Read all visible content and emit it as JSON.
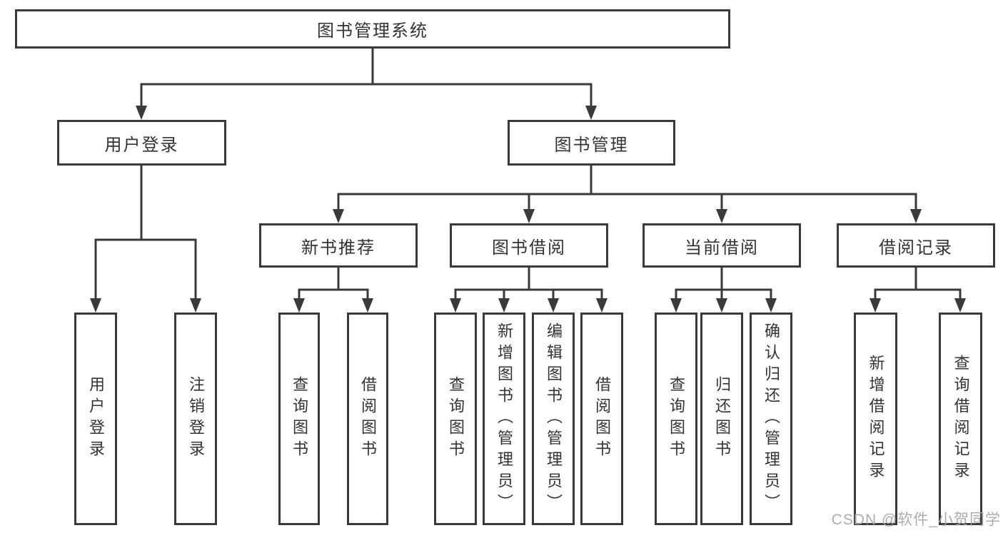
{
  "diagram": {
    "root": {
      "label": "图书管理系统"
    },
    "level2": [
      {
        "label": "用户登录"
      },
      {
        "label": "图书管理"
      }
    ],
    "level3": [
      {
        "label": "新书推荐"
      },
      {
        "label": "图书借阅"
      },
      {
        "label": "当前借阅"
      },
      {
        "label": "借阅记录"
      }
    ],
    "leaves": {
      "user_login": [
        "用户登录",
        "注销登录"
      ],
      "new_book": [
        "查询图书",
        "借阅图书"
      ],
      "book_borrow": [
        "查询图书",
        "新增图书（管理员）",
        "编辑图书（管理员）",
        "借阅图书"
      ],
      "current_borrow": [
        "查询图书",
        "归还图书",
        "确认归还（管理员）"
      ],
      "borrow_records": [
        "新增借阅记录",
        "查询借阅记录"
      ]
    }
  },
  "watermark": {
    "text": "CSDN @软件_小贺同学"
  },
  "colors": {
    "line": "#3a3a3a",
    "text": "#333333",
    "box_background": "#ffffff",
    "watermark": "#a6a6a6",
    "page_background": "#ffffff"
  }
}
